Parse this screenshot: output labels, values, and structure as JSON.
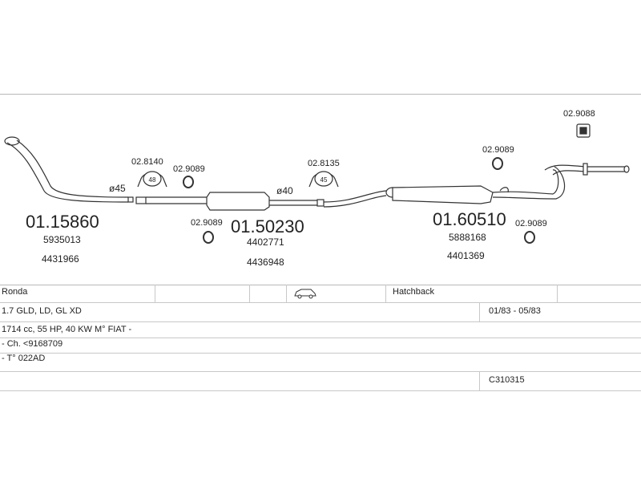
{
  "parts": {
    "front_pipe": {
      "code": "01.15860",
      "oem1": "5935013",
      "oem2": "4431966",
      "diameter": "ø45"
    },
    "middle_silencer": {
      "code": "01.50230",
      "oem1": "4402771",
      "oem2": "4436948",
      "diameter": "ø40"
    },
    "rear_silencer": {
      "code": "01.60510",
      "oem1": "5888168",
      "oem2": "4401369"
    },
    "accessories": {
      "clamp_a": {
        "code": "02.8140",
        "size": "48"
      },
      "clamp_b": {
        "code": "02.8135",
        "size": "45"
      },
      "ring_1": "02.9089",
      "ring_2": "02.9089",
      "ring_3": "02.9089",
      "ring_4": "02.9089",
      "hanger": "02.9088"
    }
  },
  "vehicle": {
    "model": "Ronda",
    "body": "Hatchback",
    "body_icon": "car-icon",
    "engine_versions": "1.7 GLD, LD, GL XD",
    "years": "01/83 - 05/83",
    "engine_spec": "1714 cc, 55 HP, 40 KW M° FIAT -",
    "chassis": "- Ch. <9168709",
    "type": "- T° 022AD",
    "catalog_code": "C310315"
  }
}
